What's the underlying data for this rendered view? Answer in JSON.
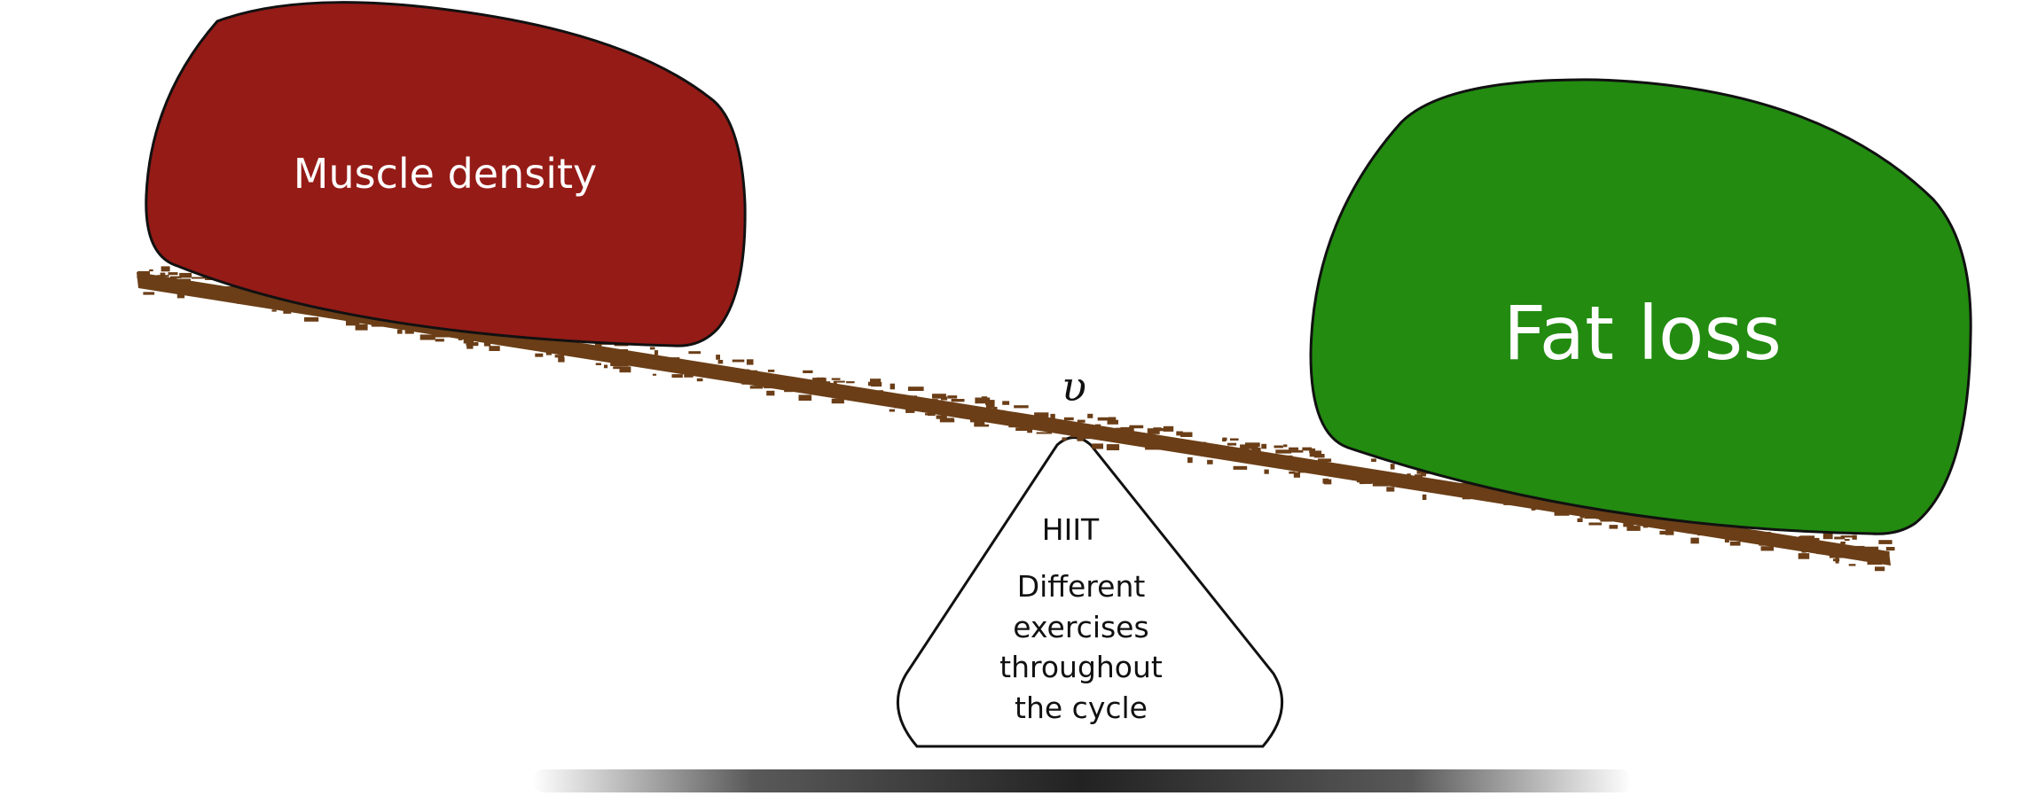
{
  "weights": {
    "left": {
      "label": "Muscle density",
      "color": "#951b17"
    },
    "right": {
      "label": "Fat loss",
      "color": "#228b10"
    }
  },
  "fulcrum": {
    "lines": [
      "HIIT",
      "Different",
      "exercises",
      "throughout",
      "the cycle"
    ]
  },
  "pivot_mark": "υ",
  "beam": {
    "color": "#6b3e17"
  },
  "shadow": {
    "color": "#222222"
  }
}
